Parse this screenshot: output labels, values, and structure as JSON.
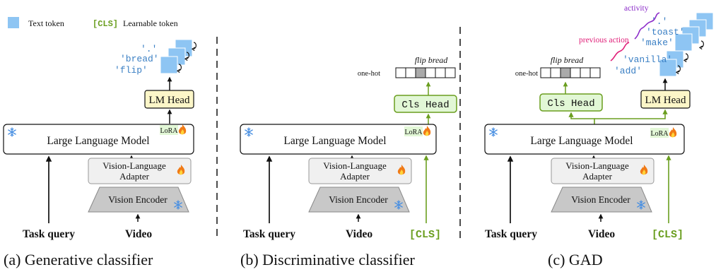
{
  "legend": {
    "text_token": "Text token",
    "cls_tag": "[CLS]",
    "learnable_token": "Learnable token"
  },
  "panel_a": {
    "tokens": [
      "'.'",
      "'bread'",
      "'flip'"
    ],
    "lm_head": "LM Head",
    "llm": "Large Language Model",
    "lora": "LoRA",
    "adapter_line1": "Vision-Language",
    "adapter_line2": "Adapter",
    "encoder": "Vision Encoder",
    "task_query": "Task query",
    "video": "Video",
    "caption": "(a) Generative classifier"
  },
  "panel_b": {
    "onehot_title": "flip bread",
    "onehot_label": "one-hot",
    "cls_head": "Cls Head",
    "llm": "Large Language Model",
    "lora": "LoRA",
    "adapter_line1": "Vision-Language",
    "adapter_line2": "Adapter",
    "encoder": "Vision Encoder",
    "task_query": "Task query",
    "video": "Video",
    "cls_input": "[CLS]",
    "caption": "(b) Discriminative classifier"
  },
  "panel_c": {
    "onehot_title": "flip bread",
    "onehot_label": "one-hot",
    "cls_head": "Cls Head",
    "lm_head": "LM Head",
    "activity_label": "activity",
    "previous_action_label": "previous action",
    "activity_tokens": [
      "'.'",
      "'toast'",
      "'make'"
    ],
    "previous_tokens": [
      "'vanilla'",
      "'add'"
    ],
    "llm": "Large Language Model",
    "lora": "LoRA",
    "adapter_line1": "Vision-Language",
    "adapter_line2": "Adapter",
    "encoder": "Vision Encoder",
    "task_query": "Task query",
    "video": "Video",
    "cls_input": "[CLS]",
    "caption": "(c) GAD"
  },
  "colors": {
    "token_blue": "#8ec5f3",
    "token_text": "#3a7fc4",
    "cls_green": "#6a9e1f",
    "head_yellow": "#fcf6c8",
    "cls_head_fill": "#e2f7d6",
    "box_gray": "#f0f0f0",
    "encoder_gray": "#c8c8c8",
    "activity_purple": "#8b2bc9",
    "previous_pink": "#e01e78"
  },
  "icons": [
    "snowflake-icon",
    "fire-icon",
    "up-arrow-icon",
    "return-arrow-icon"
  ]
}
